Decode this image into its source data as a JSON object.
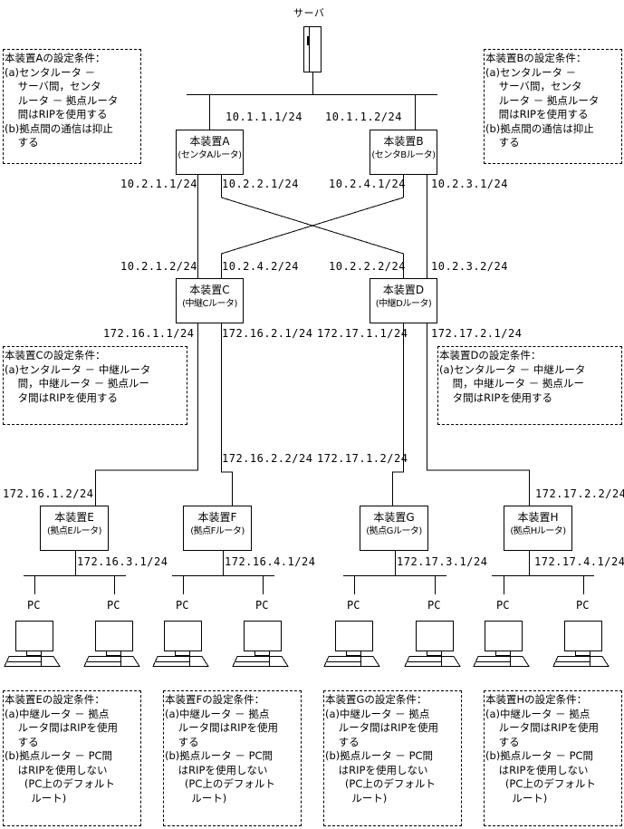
{
  "server": {
    "label": "サーバ"
  },
  "routers": {
    "A": {
      "name": "本装置A",
      "role": "(センタAルータ)"
    },
    "B": {
      "name": "本装置B",
      "role": "(センタBルータ)"
    },
    "C": {
      "name": "本装置C",
      "role": "(中継Cルータ)"
    },
    "D": {
      "name": "本装置D",
      "role": "(中継Dルータ)"
    },
    "E": {
      "name": "本装置E",
      "role": "(拠点Eルータ)"
    },
    "F": {
      "name": "本装置F",
      "role": "(拠点Fルータ)"
    },
    "G": {
      "name": "本装置G",
      "role": "(拠点Gルータ)"
    },
    "H": {
      "name": "本装置H",
      "role": "(拠点Hルータ)"
    }
  },
  "addresses": {
    "a_server": "10.1.1.1/24",
    "b_server": "10.1.1.2/24",
    "a_to_c": "10.2.1.1/24",
    "a_to_d": "10.2.2.1/24",
    "b_to_c": "10.2.4.1/24",
    "b_to_d": "10.2.3.1/24",
    "c_from_a": "10.2.1.2/24",
    "c_from_b": "10.2.4.2/24",
    "d_from_a": "10.2.2.2/24",
    "d_from_b": "10.2.3.2/24",
    "c_to_e": "172.16.1.1/24",
    "c_to_f": "172.16.2.1/24",
    "d_to_g": "172.17.1.1/24",
    "d_to_h": "172.17.2.1/24",
    "e_from_c": "172.16.1.2/24",
    "f_from_c": "172.16.2.2/24",
    "g_from_d": "172.17.1.2/24",
    "h_from_d": "172.17.2.2/24",
    "e_lan": "172.16.3.1/24",
    "f_lan": "172.16.4.1/24",
    "g_lan": "172.17.3.1/24",
    "h_lan": "172.17.4.1/24"
  },
  "pc_label": "PC",
  "notes": {
    "A": [
      "本装置Aの設定条件：",
      "(a)センタルータ －",
      "  サーバ間，センタ",
      "  ルータ － 拠点ルータ",
      "  間はRIPを使用する",
      "(b)拠点間の通信は抑止",
      "  する"
    ],
    "B": [
      "本装置Bの設定条件：",
      "(a)センタルータ －",
      "  サーバ間，センタ",
      "  ルータ － 拠点ルータ",
      "  間はRIPを使用する",
      "(b)拠点間の通信は抑止",
      "  する"
    ],
    "C": [
      "本装置Cの設定条件：",
      "(a)センタルータ － 中継ルータ",
      "  間，中継ルータ － 拠点ルー",
      "  タ間はRIPを使用する"
    ],
    "D": [
      "本装置Dの設定条件：",
      "(a)センタルータ － 中継ルータ",
      "  間，中継ルータ － 拠点ルー",
      "  タ間はRIPを使用する"
    ],
    "E": [
      "本装置Eの設定条件：",
      "(a)中継ルータ － 拠点",
      "  ルータ間はRIPを使用",
      "  する",
      "(b)拠点ルータ － PC間",
      "  はRIPを使用しない",
      "   (PC上のデフォルト",
      "    ルート)"
    ],
    "F": [
      "本装置Fの設定条件：",
      "(a)中継ルータ － 拠点",
      "  ルータ間はRIPを使用",
      "  する",
      "(b)拠点ルータ － PC間",
      "  はRIPを使用しない",
      "   (PC上のデフォルト",
      "    ルート)"
    ],
    "G": [
      "本装置Gの設定条件：",
      "(a)中継ルータ － 拠点",
      "  ルータ間はRIPを使用",
      "  する",
      "(b)拠点ルータ － PC間",
      "  はRIPを使用しない",
      "   (PC上のデフォルト",
      "    ルート)"
    ],
    "H": [
      "本装置Hの設定条件：",
      "(a)中継ルータ － 拠点",
      "  ルータ間はRIPを使用",
      "  する",
      "(b)拠点ルータ － PC間",
      "  はRIPを使用しない",
      "   (PC上のデフォルト",
      "    ルート)"
    ]
  }
}
